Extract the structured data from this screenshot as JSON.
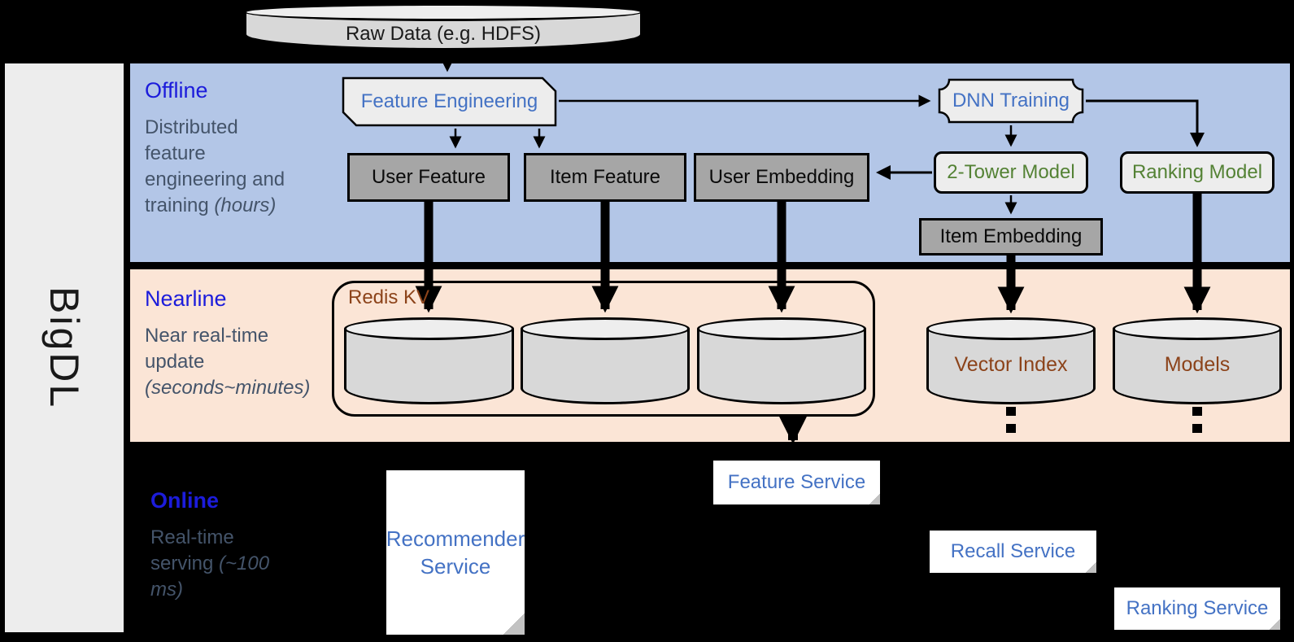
{
  "brand": "BigDL",
  "raw_data": "Raw Data (e.g. HDFS)",
  "sections": {
    "offline": {
      "label": "Offline",
      "desc": "Distributed feature engineering and training",
      "desc_em": "(hours)"
    },
    "nearline": {
      "label": "Nearline",
      "desc": "Near real-time update",
      "desc_em": "(seconds~minutes)"
    },
    "online": {
      "label": "Online",
      "desc": "Real-time serving",
      "desc_em": "(~100 ms)"
    }
  },
  "nodes": {
    "feature_engineering": "Feature Engineering",
    "dnn_training": "DNN Training",
    "user_feature": "User Feature",
    "item_feature": "Item Feature",
    "user_embedding": "User Embedding",
    "two_tower_model": "2-Tower Model",
    "ranking_model": "Ranking Model",
    "item_embedding": "Item Embedding",
    "redis_kv": "Redis KV",
    "vector_index": "Vector Index",
    "models": "Models",
    "recommender_service": "Recommender Service",
    "feature_service": "Feature Service",
    "recall_service": "Recall Service",
    "ranking_service": "Ranking Service"
  },
  "colors": {
    "band_offline": "#B3C6E7",
    "band_nearline": "#FBE5D6",
    "sidebar_bg": "#EDEDED",
    "section_label_blue": "#1C1CDB",
    "desc_gray": "#44546A",
    "node_fill_light": "#EDEDED",
    "node_fill_gray": "#A6A6A6",
    "node_text_blue": "#4472C4",
    "node_text_green": "#548235",
    "node_text_brown": "#8C431A",
    "cyl_body": "#D8D8D8",
    "cyl_top": "#EEEEEE",
    "canvas_bg": "#000000"
  }
}
